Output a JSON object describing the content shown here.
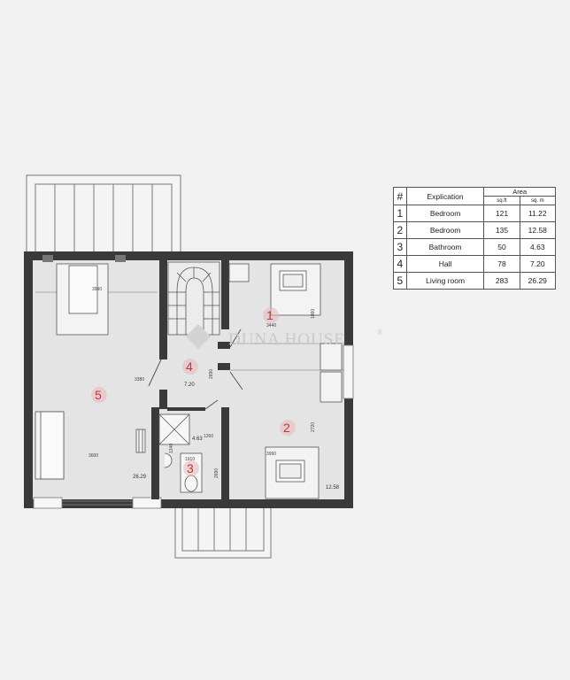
{
  "watermark": "DUNA HOUSE",
  "watermark_mark": "®",
  "rooms": [
    {
      "number": "1",
      "area_label": ""
    },
    {
      "number": "2",
      "area_label": "12.58"
    },
    {
      "number": "3",
      "area_label": "4.63"
    },
    {
      "number": "4",
      "area_label": "7.20"
    },
    {
      "number": "5",
      "area_label": "26.29"
    }
  ],
  "dimensions": [
    "3990",
    "3440",
    "1860",
    "3990",
    "2720",
    "3600",
    "1910",
    "2690",
    "1340",
    "2690",
    "3380",
    "1260"
  ],
  "table": {
    "col_num": "#",
    "col_name": "Explication",
    "col_area": "Area",
    "unit_ft": "sq.ft",
    "unit_m": "sq. m",
    "rows": [
      {
        "num": "1",
        "name": "Bedroom",
        "sqft": "121",
        "sqm": "11.22"
      },
      {
        "num": "2",
        "name": "Bedroom",
        "sqft": "135",
        "sqm": "12.58"
      },
      {
        "num": "3",
        "name": "Bathroom",
        "sqft": "50",
        "sqm": "4.63"
      },
      {
        "num": "4",
        "name": "Hall",
        "sqft": "78",
        "sqm": "7.20"
      },
      {
        "num": "5",
        "name": "Living room",
        "sqft": "283",
        "sqm": "26.29"
      }
    ]
  },
  "colors": {
    "background": "#f1f1f1",
    "wall": "#3a3a3a",
    "floor": "#e4e4e4",
    "room_number": "#c0392b"
  }
}
